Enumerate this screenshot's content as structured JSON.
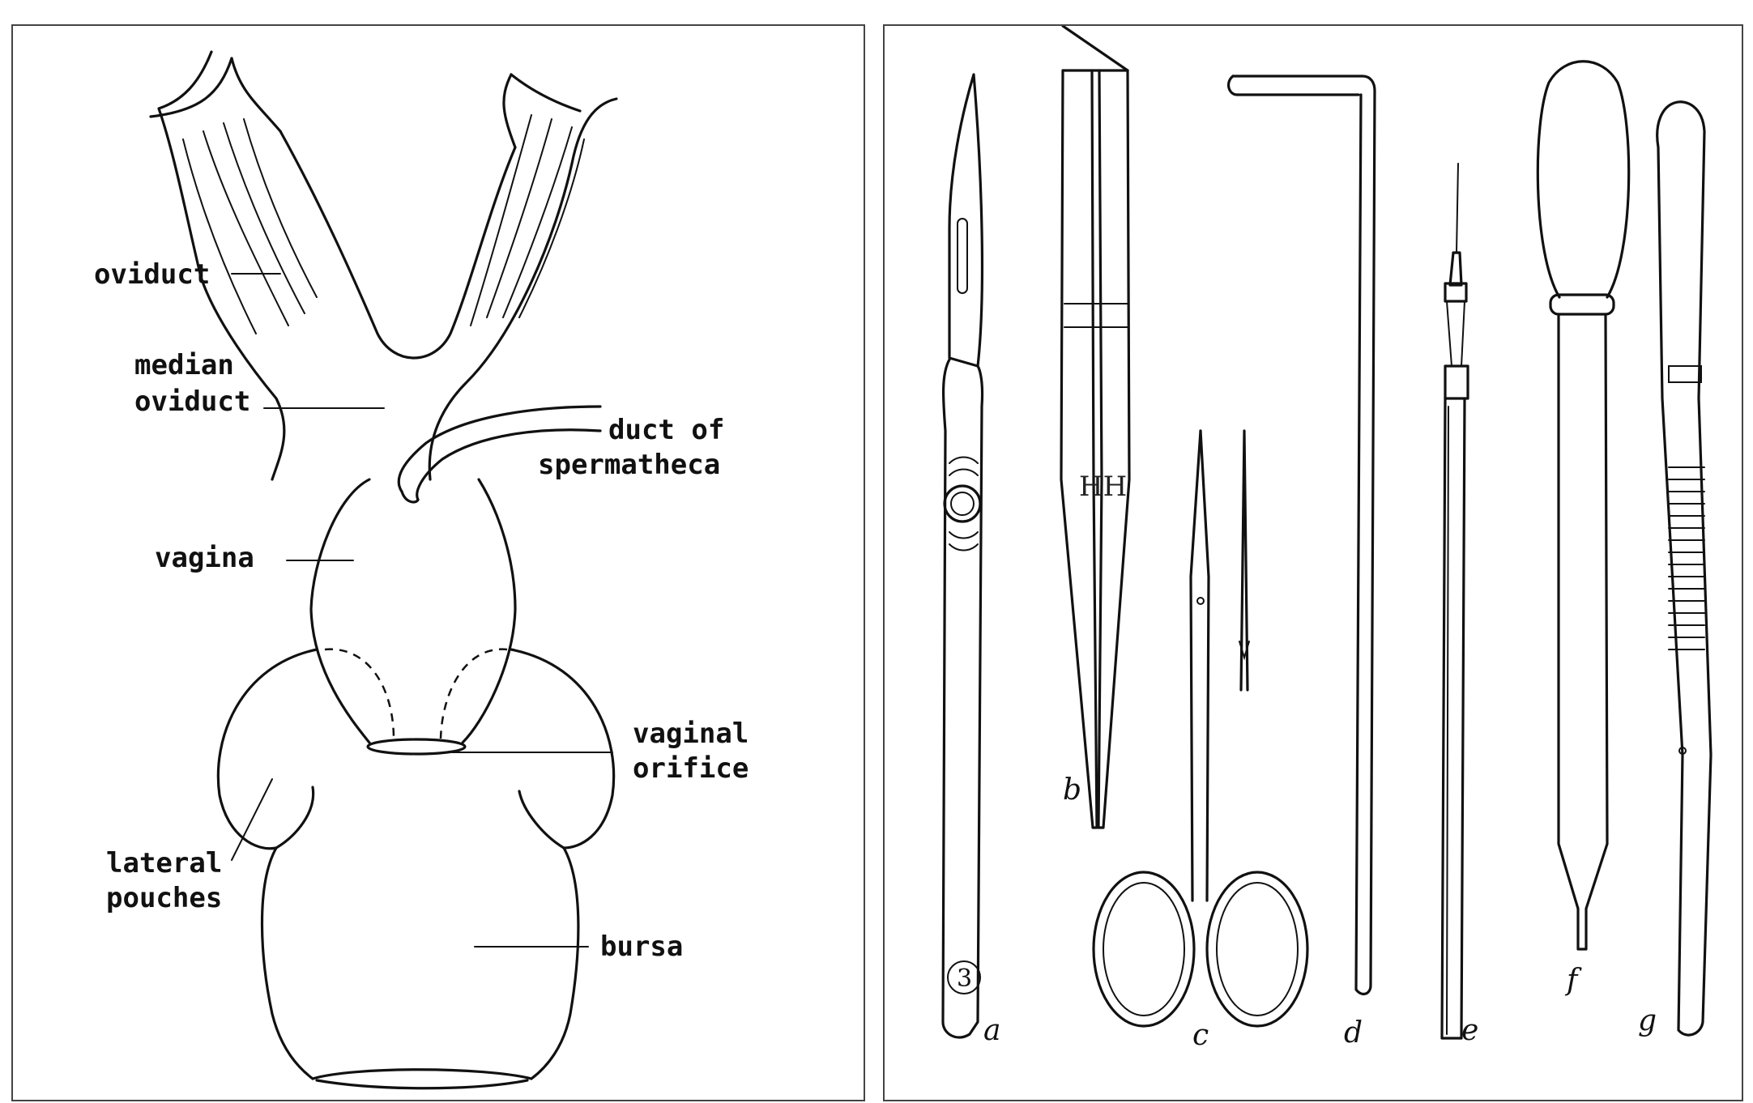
{
  "left_panel": {
    "labels": {
      "oviduct": "oviduct",
      "median_line1": "median",
      "median_line2": "oviduct",
      "duct_line1": "duct of",
      "duct_line2": "spermatheca",
      "vagina": "vagina",
      "vo_line1": "vaginal",
      "vo_line2": "orifice",
      "lp_line1": "lateral",
      "lp_line2": "pouches",
      "bursa": "bursa"
    }
  },
  "right_panel": {
    "tool_letters": {
      "a": "a",
      "b": "b",
      "c": "c",
      "d": "d",
      "e": "e",
      "f": "f",
      "g": "g"
    },
    "scalpel_number": "3",
    "forceps_mark": "HH"
  }
}
